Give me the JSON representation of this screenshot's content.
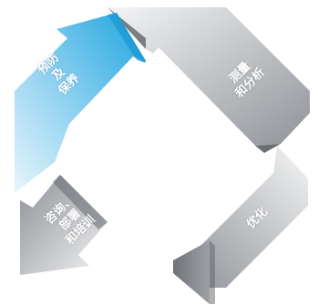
{
  "cycle": {
    "steps": [
      {
        "lines": [
          "预防",
          "及",
          "保养"
        ],
        "color": "#2aa7e0"
      },
      {
        "lines": [
          "测量",
          "和分析"
        ],
        "color": "#9a9ea3"
      },
      {
        "lines": [
          "优化"
        ],
        "color": "#9a9ea3"
      },
      {
        "lines": [
          "咨询、",
          "部署",
          "和培训"
        ],
        "color": "#9a9ea3"
      }
    ]
  }
}
